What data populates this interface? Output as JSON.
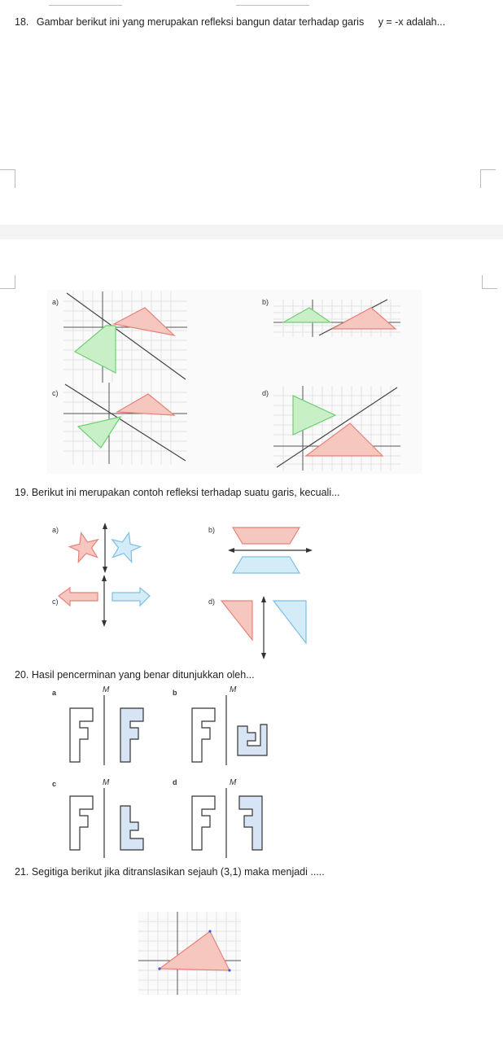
{
  "q18": {
    "num": "18.",
    "text": "Gambar berikut ini yang merupakan refleksi bangun datar terhadap garis",
    "eq": "y = -x",
    "tail": "adalah..."
  },
  "q18_opts": [
    "a)",
    "b)",
    "c)",
    "d)"
  ],
  "q19": {
    "text": "19. Berikut ini merupakan contoh refleksi terhadap suatu garis, kecuali..."
  },
  "q19_opts": [
    "a)",
    "b)",
    "c)",
    "d)"
  ],
  "q20": {
    "text": "20. Hasil pencerminan yang benar ditunjukkan oleh..."
  },
  "q20_opts": [
    "a",
    "b",
    "c",
    "d"
  ],
  "q20_mirror": "M",
  "q21": {
    "text": "21. Segitiga berikut jika ditranslasikan sejauh (3,1) maka menjadi ....."
  },
  "colors": {
    "red_fill": "#f6c7bf",
    "red_stroke": "#e8807a",
    "green_fill": "#c9efc7",
    "green_stroke": "#6fcf74",
    "blue_fill": "#d4ecf8",
    "blue_stroke": "#7cbfe3",
    "letter_fill": "#d6e4f5"
  }
}
